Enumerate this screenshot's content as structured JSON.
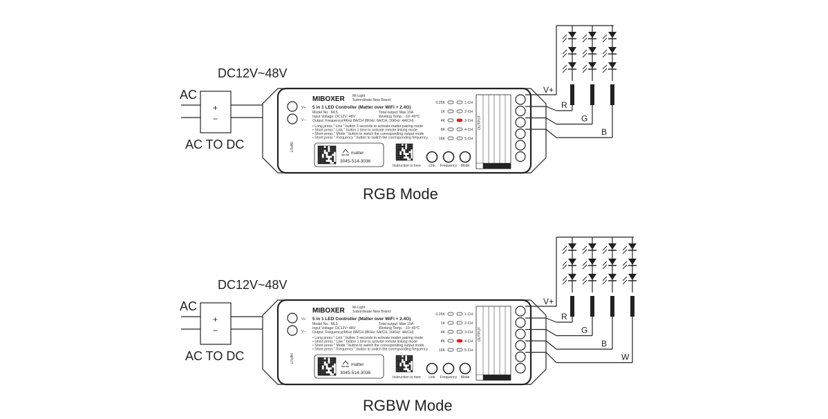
{
  "panels": [
    {
      "mode_title": "RGB Mode",
      "supply_label": "DC12V~48V",
      "ac_label": "AC",
      "converter_label": "AC TO DC",
      "plus": "+",
      "minus": "−",
      "vplus_in": "V+",
      "vminus_in": "V−",
      "input_label": "INPUT",
      "brand": "MIBOXER",
      "brand_sub1": "Mi-Light",
      "brand_sub2": "Subordinate New Brand",
      "product_title": "5 in 1 LED Controller (Matter over WiFi + 2.4G)",
      "spec_lines": [
        "Model No.: ML5",
        "Input Voltage: DC12V~48V",
        "Output: Frequency(4KHz 8A/CH (8KHz: 6A/CH, 16KHz: 4A/CH)"
      ],
      "spec_right": [
        "Total output: Max 15A",
        "Working Temp.: -10~40°C"
      ],
      "notes": [
        "• Long press \" Link \" button 3 seconds to activate matter pairing mode",
        "• Short press \" Link \" button 1 time to activate remote linking mode",
        "• Short press \" Mode \" button to switch the corresponding output mode",
        "• Short press \" Frequency \" button to switch the corresponding frequency"
      ],
      "matter_label": "matter",
      "matter_code": "3045-514-3036",
      "qr_caption": "Instruction is here",
      "buttons": [
        "Link",
        "Frequency",
        "Mode"
      ],
      "freq_labels": [
        "0.25K",
        "1K",
        "4K",
        "8K",
        "16K"
      ],
      "ch_labels": [
        "1-CH",
        "2-CH",
        "3-CH",
        "4-CH",
        "5-CH"
      ],
      "active_ch": 2,
      "output_label": "OUTPUT",
      "vplus_out": "V+",
      "wire_labels": [
        "R",
        "G",
        "B"
      ],
      "led_strings": 3
    },
    {
      "mode_title": "RGBW Mode",
      "supply_label": "DC12V~48V",
      "ac_label": "AC",
      "converter_label": "AC TO DC",
      "plus": "+",
      "minus": "−",
      "vplus_in": "V+",
      "vminus_in": "V−",
      "input_label": "INPUT",
      "brand": "MIBOXER",
      "brand_sub1": "Mi-Light",
      "brand_sub2": "Subordinate New Brand",
      "product_title": "5 in 1 LED Controller (Matter over WiFi + 2.4G)",
      "spec_lines": [
        "Model No.: ML5",
        "Input Voltage: DC12V~48V",
        "Output: Frequency(4KHz 8A/CH (8KHz: 6A/CH, 16KHz: 4A/CH)"
      ],
      "spec_right": [
        "Total output: Max 15A",
        "Working Temp.: -10~40°C"
      ],
      "notes": [
        "• Long press \" Link \" button 3 seconds to activate matter pairing mode",
        "• Short press \" Link \" button 1 time to activate remote linking mode",
        "• Short press \" Mode \" button to switch the corresponding output mode",
        "• Short press \" Frequency \" button to switch the corresponding frequency"
      ],
      "matter_label": "matter",
      "matter_code": "3045-514-3036",
      "qr_caption": "Instruction is here",
      "buttons": [
        "Link",
        "Frequency",
        "Mode"
      ],
      "freq_labels": [
        "0.25K",
        "1K",
        "4K",
        "8K",
        "16K"
      ],
      "ch_labels": [
        "1-CH",
        "2-CH",
        "3-CH",
        "4-CH",
        "5-CH"
      ],
      "active_ch": 3,
      "output_label": "OUTPUT",
      "vplus_out": "V+",
      "wire_labels": [
        "R",
        "G",
        "B",
        "W"
      ],
      "led_strings": 4
    }
  ],
  "colors": {
    "line": "#222222",
    "active_led": "#e02020",
    "background": "#ffffff"
  }
}
